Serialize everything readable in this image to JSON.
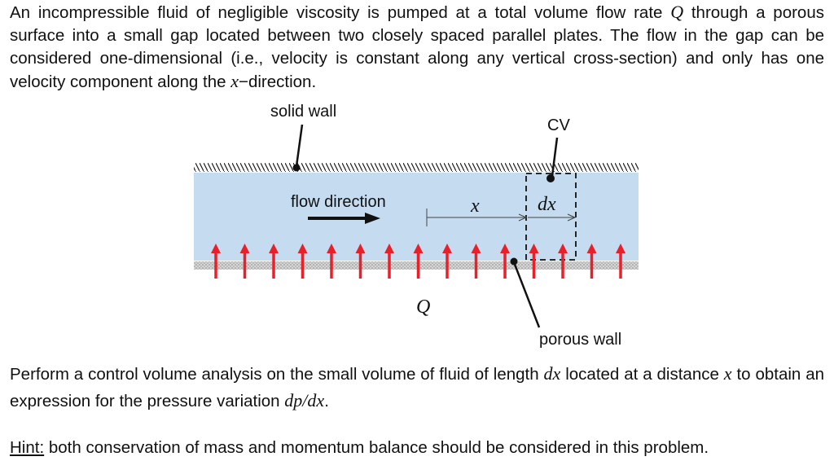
{
  "problem": {
    "intro": {
      "t1": "An incompressible fluid of negligible viscosity is pumped at a total volume flow rate",
      "q": "Q",
      "t2": "through a porous surface into a small gap located between two closely spaced parallel plates. The flow in the gap can be considered one-dimensional (i.e., velocity is constant along any vertical cross-section) and only has one velocity component along the",
      "x": "x",
      "t3": "−direction."
    },
    "task": {
      "t1": "Perform a control volume analysis on the small volume of fluid of length",
      "dx": "dx",
      "t2": "located at a distance",
      "x": "x",
      "t3": "to obtain an expression for the pressure variation",
      "dpdx": "dp/dx",
      "t4": "."
    },
    "hint": {
      "label": "Hint:",
      "text": "both conservation of mass and momentum balance should be considered in this problem."
    }
  },
  "diagram": {
    "labels": {
      "solid_wall": "solid wall",
      "cv": "CV",
      "flow_direction": "flow direction",
      "x": "x",
      "dx": "dx",
      "q": "Q",
      "porous_wall": "porous wall"
    },
    "colors": {
      "fluid": "#c5dcf0",
      "arrow": "#e8202a",
      "porous": "#c9c9c9",
      "ink": "#111111"
    },
    "inflow_arrow_count": 15
  }
}
